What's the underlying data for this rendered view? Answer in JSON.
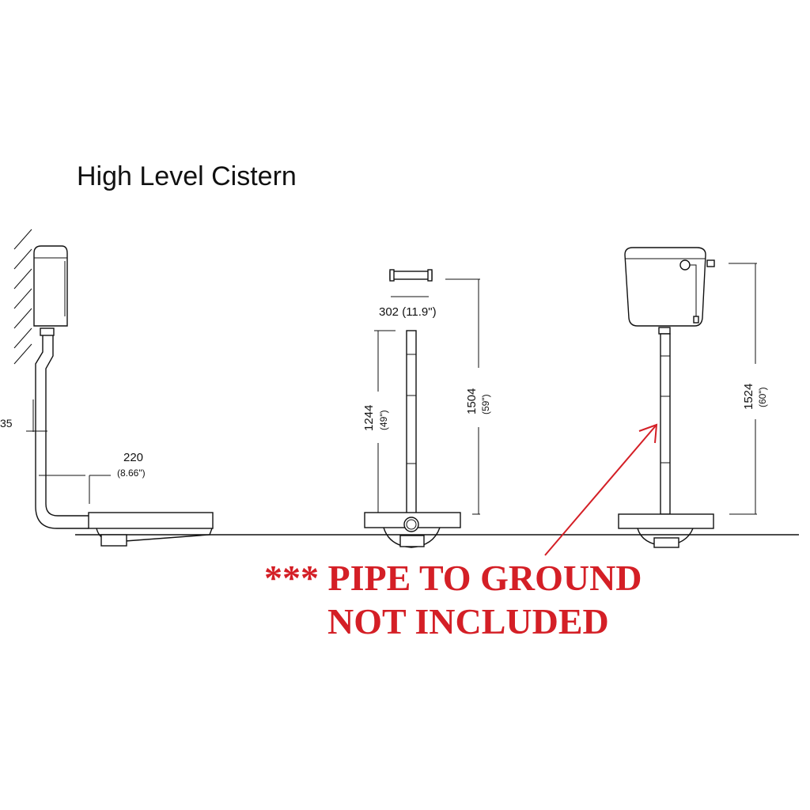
{
  "title": "High Level Cistern",
  "dimensions": {
    "wall_gap": "35",
    "offset_mm": "220",
    "offset_in": "(8.66\")",
    "bracket_width": "302 (11.9\")",
    "pipe_height_mm": "1244",
    "pipe_height_in": "(49\")",
    "bracket_height_mm": "1504",
    "bracket_height_in": "(59\")",
    "cistern_height_mm": "1524",
    "cistern_height_in": "(60\")"
  },
  "notice": {
    "line1": "*** PIPE TO GROUND",
    "line2": "NOT INCLUDED",
    "color": "#d41f26"
  }
}
